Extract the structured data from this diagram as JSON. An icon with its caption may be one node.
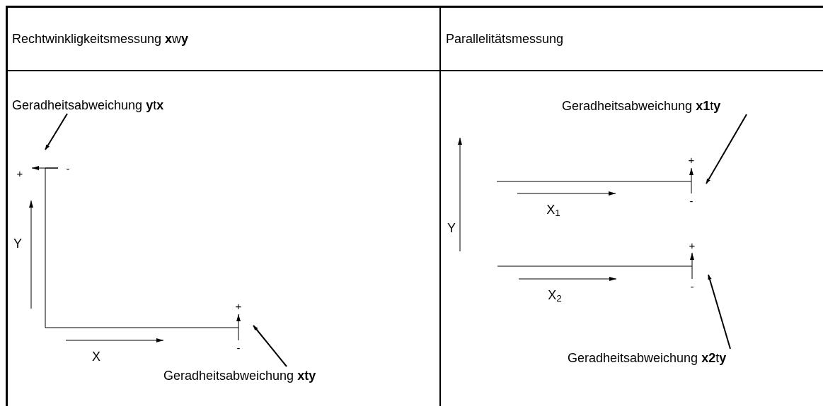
{
  "diagram": {
    "nodes": [
      {
        "text": [
          "Geradheitsabweichung **y**t**x**"
        ]
      },
      {
        "text": [
          "Geradheitsabweichung **xty**"
        ]
      },
      {
        "text": [
          "Geradheitsabweichung **x1**t**y**"
        ]
      },
      {
        "text": [
          "Geradheitsabweichung **x2**t**y**"
        ]
      }
    ],
    "edges": [
      {
        "from": 0,
        "to": null,
        "arrow": "to"
      },
      {
        "from": 1,
        "to": null,
        "arrow": "to"
      },
      {
        "from": 2,
        "to": null,
        "arrow": "to"
      },
      {
        "from": 3,
        "to": null,
        "arrow": "to"
      }
    ],
    "labels": [
      "Rechtwinkligkeitsmessung **x**w**y**",
      "Parallelitätsmessung",
      "+",
      "-",
      "Y",
      "+",
      "X",
      "-",
      "+",
      "Y",
      "-",
      "X$_{1}$",
      "+",
      "-",
      "X$_{2}$"
    ]
  }
}
